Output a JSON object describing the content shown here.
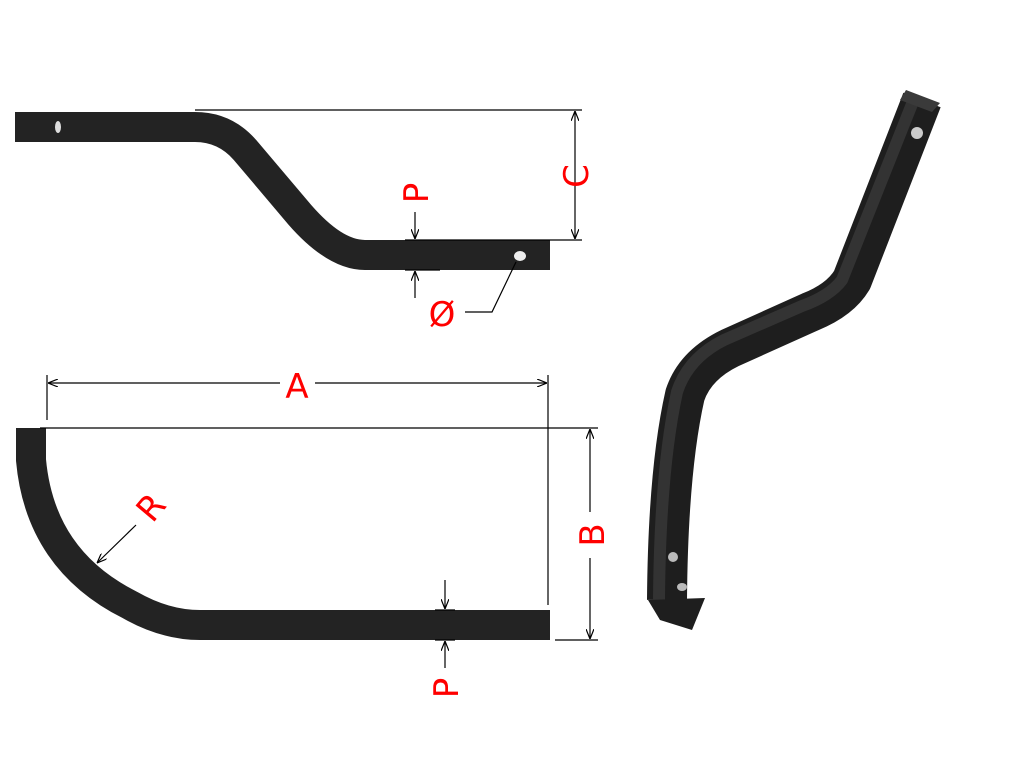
{
  "diagram": {
    "labels": {
      "c": "C",
      "p_top": "P",
      "diameter": "Ø",
      "a": "A",
      "r": "R",
      "b": "B",
      "p_bottom": "P"
    },
    "colors": {
      "part": "#232323",
      "label": "#ff0000",
      "dimension_line": "#000000"
    }
  }
}
